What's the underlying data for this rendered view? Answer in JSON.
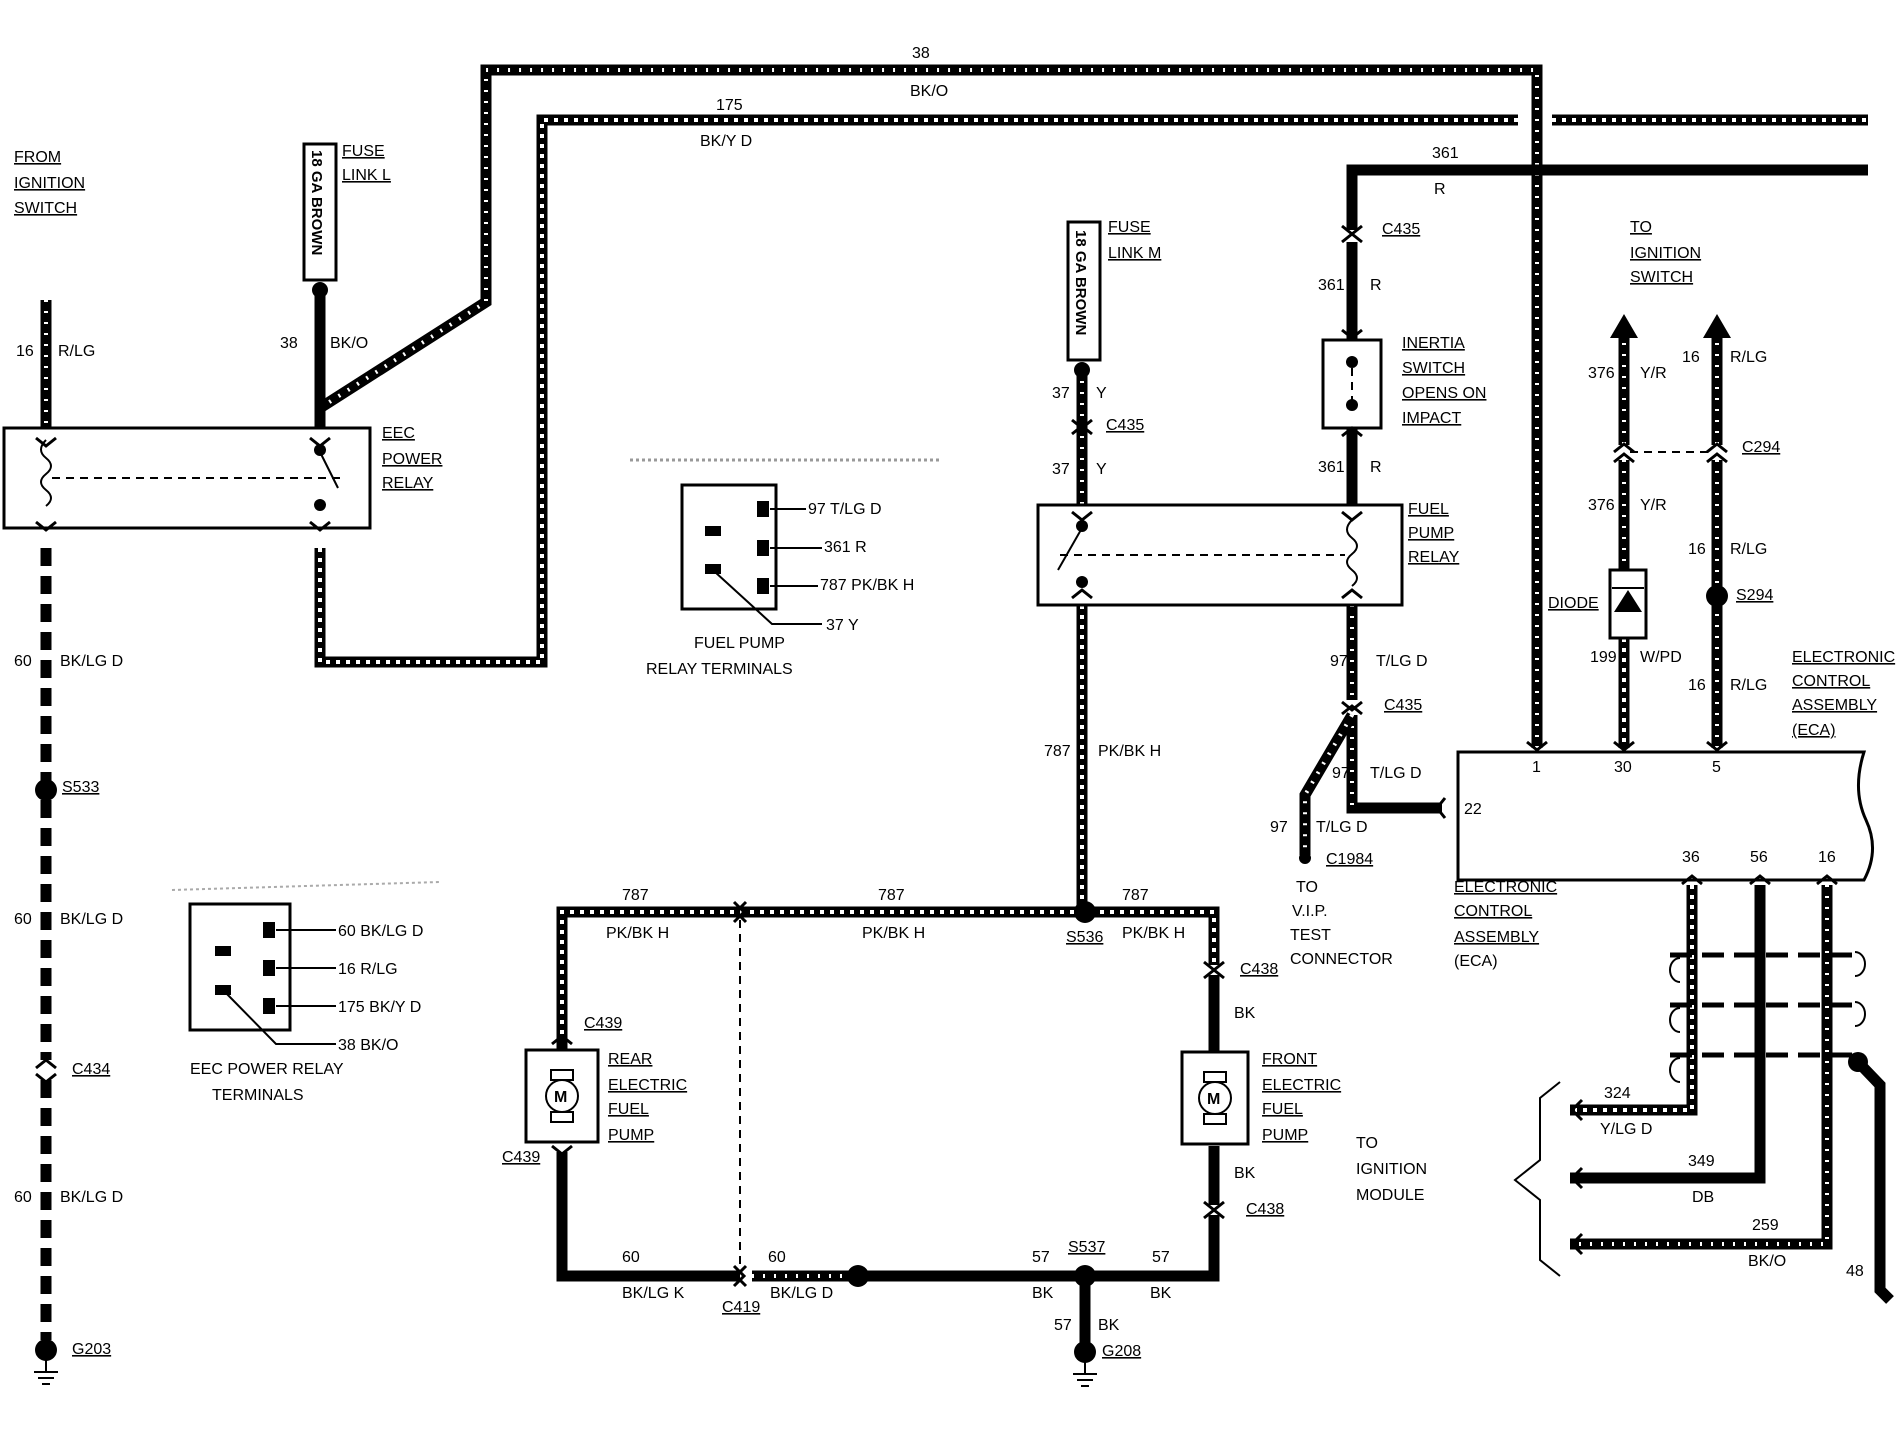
{
  "labels": {
    "from_ignition": [
      "FROM",
      "IGNITION",
      "SWITCH"
    ],
    "fuse_link_l": [
      "FUSE",
      "LINK L"
    ],
    "fuse_link_m": [
      "FUSE",
      "LINK M"
    ],
    "fuse_gauge": "18 GA BROWN",
    "eec_power_relay": [
      "EEC",
      "POWER",
      "RELAY"
    ],
    "eec_relay_terminals": [
      "EEC POWER RELAY",
      "TERMINALS"
    ],
    "fuel_pump_relay": [
      "FUEL",
      "PUMP",
      "RELAY"
    ],
    "fuel_pump_relay_terminals": [
      "FUEL PUMP",
      "RELAY TERMINALS"
    ],
    "inertia_switch": [
      "INERTIA",
      "SWITCH",
      "OPENS ON",
      "IMPACT"
    ],
    "to_ignition_switch": [
      "TO",
      "IGNITION",
      "SWITCH"
    ],
    "diode": "DIODE",
    "eca_top": [
      "ELECTRONIC",
      "CONTROL",
      "ASSEMBLY",
      "(ECA)"
    ],
    "eca_bottom": [
      "ELECTRONIC",
      "CONTROL",
      "ASSEMBLY",
      "(ECA)"
    ],
    "vip": [
      "TO",
      "V.I.P.",
      "TEST",
      "CONNECTOR"
    ],
    "rear_pump": [
      "REAR",
      "ELECTRIC",
      "FUEL",
      "PUMP"
    ],
    "front_pump": [
      "FRONT",
      "ELECTRIC",
      "FUEL",
      "PUMP"
    ],
    "to_ignition_module": [
      "TO",
      "IGNITION",
      "MODULE"
    ],
    "motor": "M"
  },
  "wires": {
    "top_38": "38",
    "top_bko": "BK/O",
    "top_175": "175",
    "top_bkyd": "BK/Y D",
    "top_361": "361",
    "top_r": "R",
    "w16": "16",
    "rlg": "R/LG",
    "w38": "38",
    "bko": "BK/O",
    "w60": "60",
    "bklgd": "BK/LG D",
    "bklgk": "BK/LG K",
    "w37": "37",
    "y": "Y",
    "w361": "361",
    "r": "R",
    "w376": "376",
    "yr": "Y/R",
    "w199": "199",
    "wpd": "W/PD",
    "w97": "97",
    "tlgd": "T/LG D",
    "w787": "787",
    "pkbkh": "PK/BK H",
    "w57": "57",
    "bk": "BK",
    "w324": "324",
    "ylgd": "Y/LG D",
    "w349": "349",
    "db": "DB",
    "w259": "259",
    "w48": "48"
  },
  "connectors": {
    "c435": "C435",
    "c294": "C294",
    "s294": "S294",
    "c1984": "C1984",
    "s533": "S533",
    "c434": "C434",
    "g203": "G203",
    "c439": "C439",
    "s536": "S536",
    "c438": "C438",
    "c419": "C419",
    "s537": "S537",
    "g208": "G208"
  },
  "pins": {
    "p1": "1",
    "p30": "30",
    "p5": "5",
    "p22": "22",
    "p36": "36",
    "p56": "56",
    "p16": "16"
  },
  "fpr_terms": [
    "97 T/LG D",
    "361 R",
    "787 PK/BK H",
    "37 Y"
  ],
  "eec_terms": [
    "60 BK/LG D",
    "16 R/LG",
    "175 BK/Y D",
    "38 BK/O"
  ]
}
